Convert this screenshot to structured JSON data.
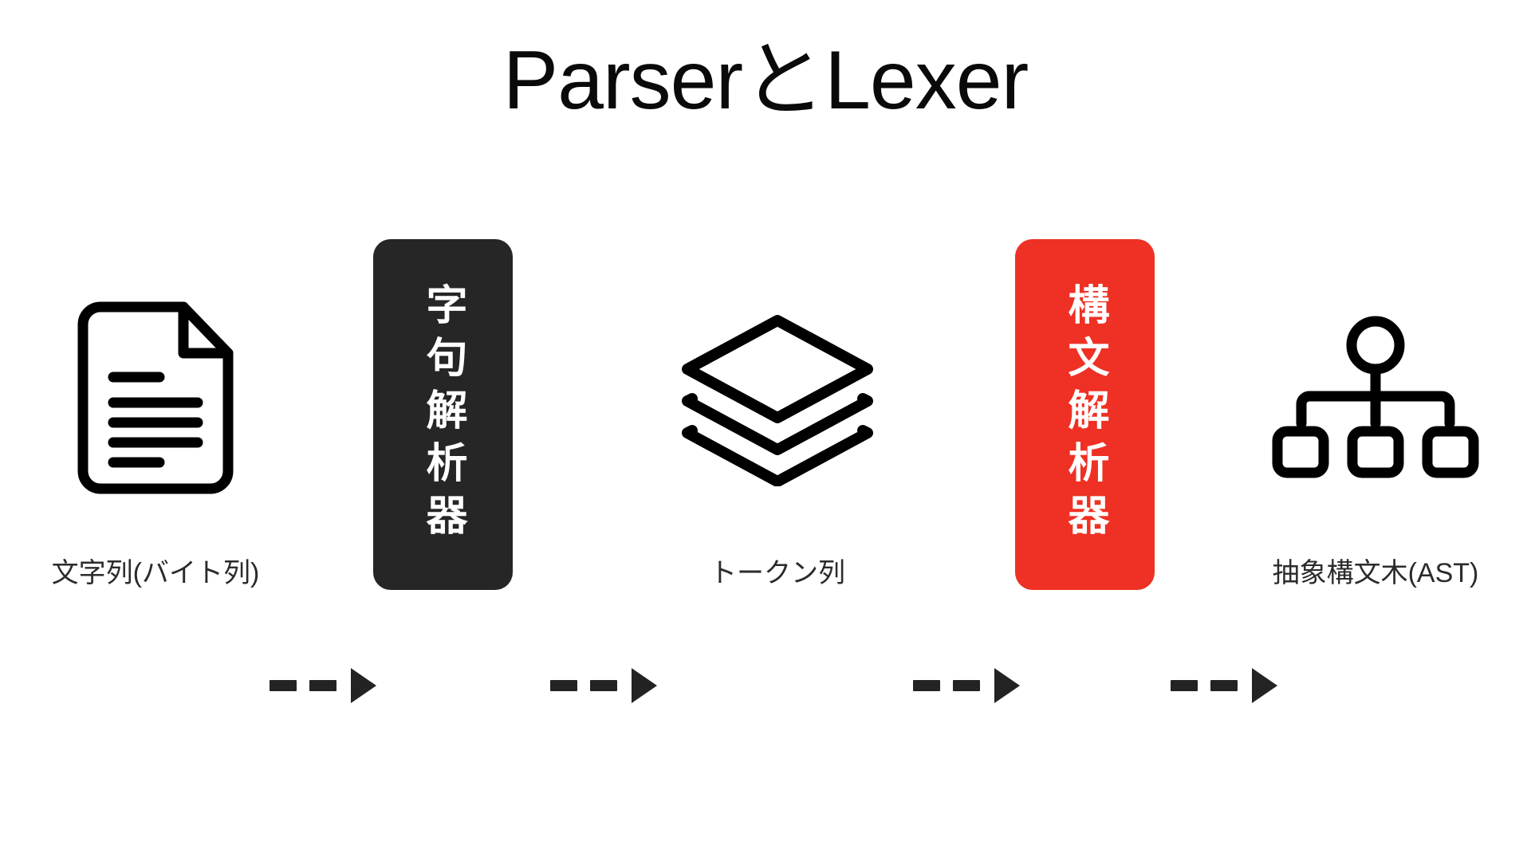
{
  "slide": {
    "title": "ParserとLexer",
    "background_color": "#ffffff",
    "text_color": "#2b2b2b"
  },
  "colors": {
    "lexer_box": "#262626",
    "parser_box": "#ee3124",
    "stroke": "#000000",
    "arrow": "#232323",
    "box_text": "#ffffff"
  },
  "pipeline": {
    "stages": [
      {
        "id": "source",
        "kind": "artifact",
        "icon": "document-icon",
        "label": "文字列(バイト列)"
      },
      {
        "id": "lexer",
        "kind": "process",
        "icon": "dark-rounded-box",
        "label": "字句解析器",
        "box_color": "#262626"
      },
      {
        "id": "tokens",
        "kind": "artifact",
        "icon": "layers-icon",
        "label": "トークン列"
      },
      {
        "id": "parser",
        "kind": "process",
        "icon": "red-rounded-box",
        "label": "構文解析器",
        "box_color": "#ee3124"
      },
      {
        "id": "ast",
        "kind": "artifact",
        "icon": "hierarchy-tree-icon",
        "label": "抽象構文木(AST)"
      }
    ],
    "arrows": [
      {
        "id": "arrow-1",
        "from": "source",
        "to": "lexer",
        "style": "dashed-arrow-right"
      },
      {
        "id": "arrow-2",
        "from": "lexer",
        "to": "tokens",
        "style": "dashed-arrow-right"
      },
      {
        "id": "arrow-3",
        "from": "tokens",
        "to": "parser",
        "style": "dashed-arrow-right"
      },
      {
        "id": "arrow-4",
        "from": "parser",
        "to": "ast",
        "style": "dashed-arrow-right"
      }
    ]
  }
}
